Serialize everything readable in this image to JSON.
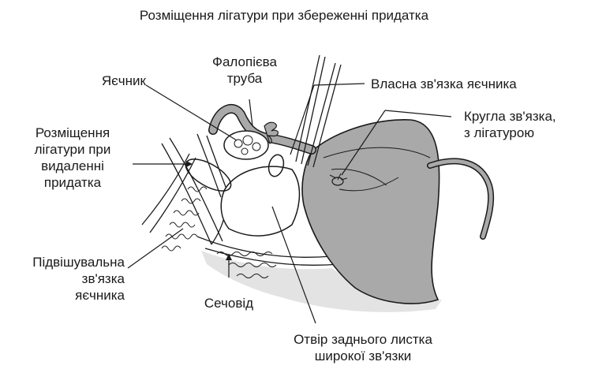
{
  "title": "Розміщення лігатури при збереженні придатка",
  "labels": {
    "ovary": "Яєчник",
    "tube_line1": "Фалопієва",
    "tube_line2": "труба",
    "ovarian_ligament": "Власна зв'язка яєчника",
    "round_line1": "Кругла зв'язка,",
    "round_line2": "з лігатурою",
    "removal_line1": "Розміщення",
    "removal_line2": "лігатури при",
    "removal_line3": "видаленні",
    "removal_line4": "придатка",
    "suspensory_line1": "Підвішувальна",
    "suspensory_line2": "зв'язка",
    "suspensory_line3": "яєчника",
    "ureter": "Сечовід",
    "opening_line1": "Отвір заднього листка",
    "opening_line2": "широкої зв'язки"
  },
  "colors": {
    "outline": "#1a1a1a",
    "uterus_fill": "#a9a9a9",
    "peritoneum_fill": "#e3e3e3",
    "background": "#ffffff"
  }
}
